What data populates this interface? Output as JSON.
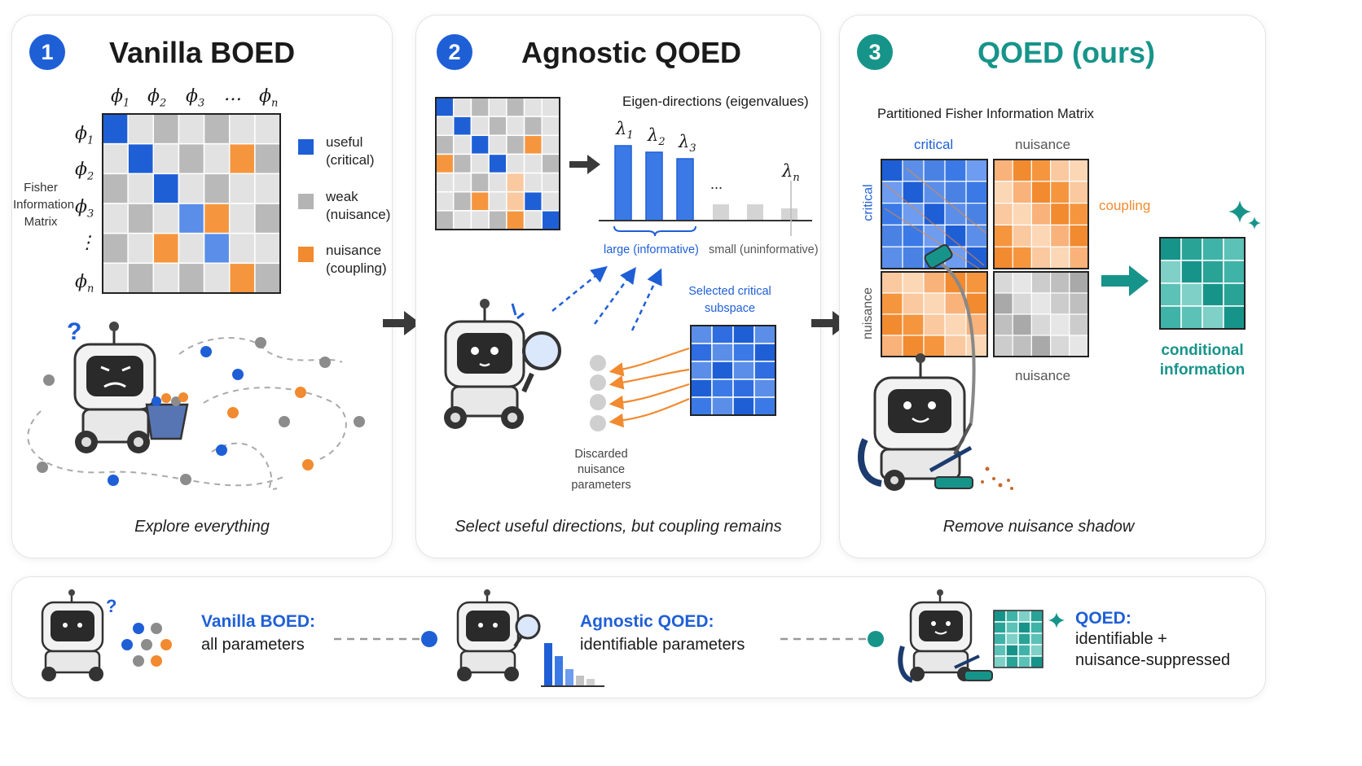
{
  "colors": {
    "blue": "#1f5fd6",
    "gray": "#a3a3a3",
    "orange": "#f28a30",
    "teal": "#17948a",
    "dark": "#3a3a3a"
  },
  "panel1": {
    "number": "1",
    "title": "Vanilla BOED",
    "matrix_label": [
      "Fisher",
      "Information",
      "Matrix"
    ],
    "col_labels": [
      "ϕ1",
      "ϕ2",
      "ϕ3",
      "…",
      "ϕn"
    ],
    "row_labels": [
      "ϕ1",
      "ϕ2",
      "ϕ3",
      "⋮",
      "ϕn"
    ],
    "legend": [
      {
        "line1": "useful",
        "line2": "(critical)",
        "color": "#1f5fd6"
      },
      {
        "line1": "weak",
        "line2": "(nuisance)",
        "color": "#b4b4b4"
      },
      {
        "line1": "nuisance",
        "line2": "(coupling)",
        "color": "#f28a30"
      }
    ],
    "caption": "Explore everything"
  },
  "panel2": {
    "number": "2",
    "title": "Agnostic QOED",
    "eigen_title": "Eigen-directions (eigenvalues)",
    "lambda_labels": [
      "λ1",
      "λ2",
      "λ3",
      "λn"
    ],
    "eigen_dots": "...",
    "eigenvalues_informative": [
      0.92,
      0.84,
      0.76
    ],
    "eigenvalues_uninformative": [
      0.2,
      0.2,
      0.15
    ],
    "large_label": "large (informative)",
    "small_label": "small (uninformative)",
    "selected_label": [
      "Selected critical",
      "subspace"
    ],
    "discarded_label": [
      "Discarded",
      "nuisance",
      "parameters"
    ],
    "caption": "Select useful directions, but coupling remains"
  },
  "panel3": {
    "number": "3",
    "title": "QOED (ours)",
    "matrix_title": "Partitioned Fisher Information Matrix",
    "col_critical": "critical",
    "col_nuisance": "nuisance",
    "row_critical": "critical",
    "row_nuisance": "nuisance",
    "bottom_nuisance": "nuisance",
    "coupling_label": "coupling",
    "result_label": [
      "conditional",
      "information"
    ],
    "caption": "Remove nuisance shadow"
  },
  "summary": {
    "item1": {
      "title": "Vanilla BOED:",
      "desc": "all parameters"
    },
    "item2": {
      "title": "Agnostic QOED:",
      "desc": "identifiable parameters"
    },
    "item3": {
      "title": "QOED:",
      "desc1": "identifiable +",
      "desc2": "nuisance-suppressed"
    }
  }
}
